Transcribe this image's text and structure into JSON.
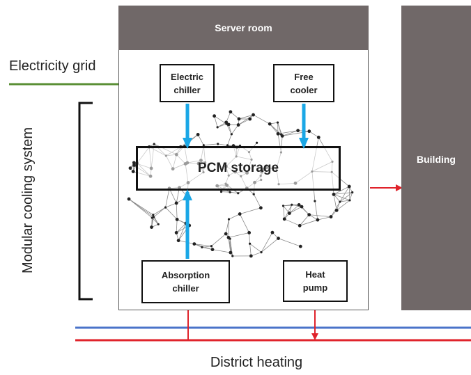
{
  "diagram": {
    "server_room": "Server room",
    "building": "Building",
    "electricity_grid": "Electricity grid",
    "district_heating": "District heating",
    "modular_cooling": "Modular cooling system",
    "pcm_storage": "PCM storage",
    "components": {
      "electric_chiller": "Electric\nchiller",
      "free_cooler": "Free\ncooler",
      "absorption_chiller": "Absorption\nchiller",
      "heat_pump": "Heat\npump"
    }
  },
  "colors": {
    "header_fill": "#706868",
    "cold_flow": "#1aa7e6",
    "hot_flow": "#e0232b",
    "district_return": "#4a73c9",
    "grid_line": "#5a8f35"
  }
}
